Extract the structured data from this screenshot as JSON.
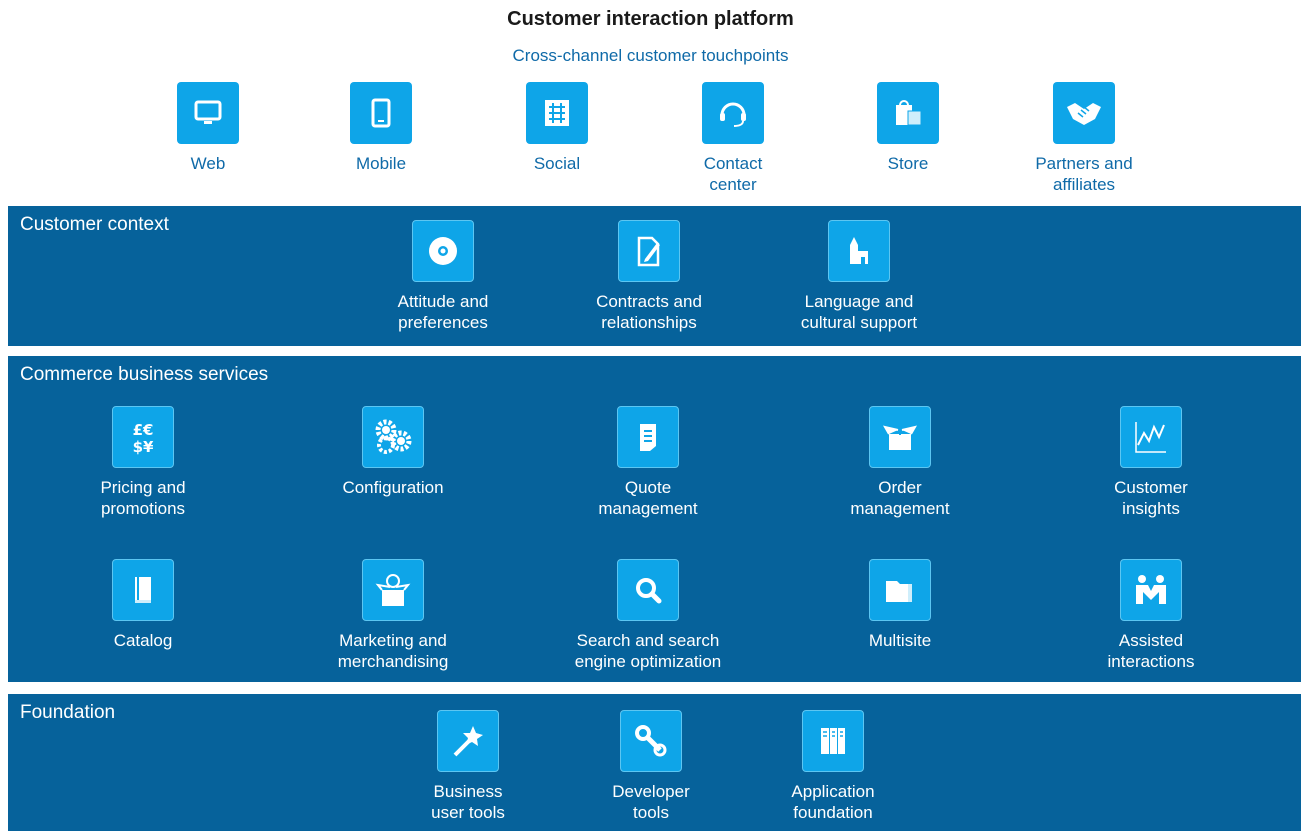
{
  "header": {
    "title": "Customer interaction platform",
    "subtitle": "Cross-channel customer touchpoints"
  },
  "touchpoints": [
    {
      "label": "Web",
      "icon": "monitor-icon"
    },
    {
      "label": "Mobile",
      "icon": "tablet-icon"
    },
    {
      "label": "Social",
      "icon": "social-icon"
    },
    {
      "label": "Contact\ncenter",
      "icon": "headset-icon"
    },
    {
      "label": "Store",
      "icon": "shopping-bag-icon"
    },
    {
      "label": "Partners and\naffiliates",
      "icon": "handshake-icon"
    }
  ],
  "sections": {
    "customer_context": {
      "title": "Customer context",
      "items": [
        {
          "label": "Attitude and\npreferences",
          "icon": "disc-icon"
        },
        {
          "label": "Contracts and\nrelationships",
          "icon": "contract-pen-icon"
        },
        {
          "label": "Language and\ncultural support",
          "icon": "building-icon"
        }
      ]
    },
    "commerce": {
      "title": "Commerce business services",
      "items": [
        {
          "label": "Pricing and\npromotions",
          "icon": "currency-icon"
        },
        {
          "label": "Configuration",
          "icon": "gears-icon"
        },
        {
          "label": "Quote\nmanagement",
          "icon": "document-icon"
        },
        {
          "label": "Order\nmanagement",
          "icon": "box-icon"
        },
        {
          "label": "Customer\ninsights",
          "icon": "line-chart-icon"
        },
        {
          "label": "Catalog",
          "icon": "book-icon"
        },
        {
          "label": "Marketing and\nmerchandising",
          "icon": "lightbulb-box-icon"
        },
        {
          "label": "Search and search\nengine optimization",
          "icon": "search-icon"
        },
        {
          "label": "Multisite",
          "icon": "folder-icon"
        },
        {
          "label": "Assisted\ninteractions",
          "icon": "people-icon"
        }
      ]
    },
    "foundation": {
      "title": "Foundation",
      "items": [
        {
          "label": "Business\nuser tools",
          "icon": "magic-wand-icon"
        },
        {
          "label": "Developer\ntools",
          "icon": "wrench-icon"
        },
        {
          "label": "Application\nfoundation",
          "icon": "server-icon"
        }
      ]
    }
  },
  "colors": {
    "tile": "#0ea5e8",
    "band": "#06629b",
    "accent_text": "#0f6aa8"
  }
}
